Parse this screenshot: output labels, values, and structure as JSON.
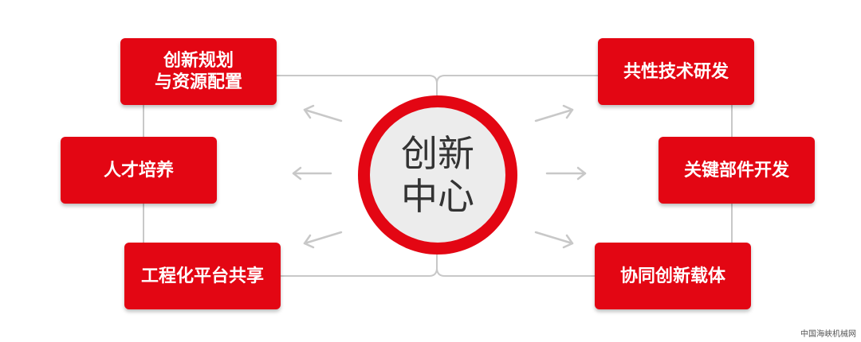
{
  "center": {
    "line1": "创新",
    "line2": "中心"
  },
  "left_boxes": [
    {
      "line1": "创新规划",
      "line2": "与资源配置"
    },
    {
      "line1": "人才培养"
    },
    {
      "line1": "工程化平台共享"
    }
  ],
  "right_boxes": [
    {
      "line1": "共性技术研发"
    },
    {
      "line1": "关键部件开发"
    },
    {
      "line1": "协同创新载体"
    }
  ],
  "watermark": "中国海峡机械网",
  "colors": {
    "accent": "#e30613",
    "circle_fill": "#ececec",
    "connector": "#c8c8c8",
    "arrow": "#c8c8c8"
  }
}
